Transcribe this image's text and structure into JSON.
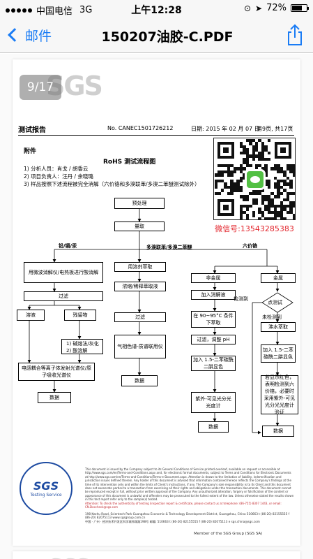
{
  "status_bar": {
    "carrier": "中国电信",
    "network": "3G",
    "time": "上午12:28",
    "battery": "72%",
    "battery_level": 0.72
  },
  "nav": {
    "back_label": "邮件",
    "title": "150207油胶-C.PDF"
  },
  "viewer": {
    "page_indicator": "9/17",
    "logo_text": "SGS"
  },
  "report": {
    "title": "测试报告",
    "number": "No. CANEC1501726212",
    "date": "日期: 2015 年 02 月 07 日",
    "pages": "第9页, 共17页",
    "appendix": "附件",
    "flow_title": "RoHS 测试流程图",
    "notes": [
      "1) 分析人员：肖戈 / 胡香云",
      "2) 项目负责人：汪丹 / 余晓璐",
      "3) 样品按照下述流程被完全消解（六价铬和多溴联苯/多溴二苯醚测试除外）"
    ]
  },
  "qr": {
    "caption": "微信号:13543285383"
  },
  "flow": {
    "pretreat": "预处理",
    "sampling": "量取",
    "branch_metals": "铅/镉/汞",
    "branch_pbb": "多溴联苯/多溴二苯醚",
    "branch_cr": "六价铬",
    "digest": "用微波消解仪/电热板进行酸消解",
    "filter1": "过滤",
    "solution": "溶液",
    "residue": "残留物",
    "residue_steps": [
      "1) 碱熔法/灰化",
      "2) 酸溶解"
    ],
    "icp": "电感耦合等离子体发射光谱仪/原子吸收光谱仪",
    "data1": "数据",
    "solvent_extract": "用溶剂萃取",
    "concentrate": "浓缩/稀释萃取液",
    "filter2": "过滤",
    "gcms": "气相色谱-质谱联用仪",
    "data2": "数据",
    "nonmetal": "非金属",
    "add_digest": "加入消解液",
    "hot_extract": "在 90~95°C 条件下萃取",
    "filter_ph": "过滤，调整 pH",
    "add_dpc1": "加入 1.5-二苯碳酰二肼显色",
    "uvvis1": "紫外-可见光分光光度计",
    "data3": "数据",
    "metal": "金属",
    "detected": "检测到",
    "spot_test": "点测试",
    "not_detected": "未检测到",
    "boil_extract": "沸水萃取",
    "add_dpc2": "加入 1.5-二苯碳酰二肼显色",
    "confirm": "若显示红色，表明检测到六价铬，必要时采用紫外-可见光分光光度计验证",
    "data4": "数据"
  },
  "footer": {
    "disclaimer": "This document is issued by the Company subject to its General Conditions of Service printed overleaf, available on request or accessible at http://www.sgs.com/en/Terms-and-Conditions.aspx and, for electronic format documents, subject to Terms and Conditions for Electronic Documents at http://www.sgs.com/en/Terms-and-Conditions/Terms-e-Document.aspx. Attention is drawn to the limitation of liability, indemnification and jurisdiction issues defined therein. Any holder of this document is advised that information contained hereon reflects the Company's findings at the time of its intervention only and within the limits of Client's instructions, if any. The Company's sole responsibility is to its Client and this document does not exonerate parties to a transaction from exercising all their rights and obligations under the transaction documents. This document cannot be reproduced except in full, without prior written approval of the Company. Any unauthorized alteration, forgery or falsification of the content or appearance of this document is unlawful and offenders may be prosecuted to the fullest extent of the law. Unless otherwise stated the results shown in this test report refer only to the sample(s) tested.",
    "attention": "Attention: To check the authenticity of testing /inspection report & certificate, please contact us at telephone: (86-755) 8307 1443, or email: CN.Doccheck@sgs.com",
    "address_en": "198 Kezhu Road, Scientech Park Guangzhou Economic & Technology Development District, Guangzhou, China 510663  t (86-20) 82155555  f (86-20) 82075113  www.sgsgroup.com.cn",
    "address_cn": "中国 · 广州 · 经济技术开发区科学城科珠路198号  邮编: 510663  t (86-20) 82155555  f (86-20) 82075113  e sgs.china@sgs.com",
    "member": "Member of the SGS Group (SGS SA)",
    "stamp_big": "SGS",
    "stamp_small": "Testing Service"
  }
}
